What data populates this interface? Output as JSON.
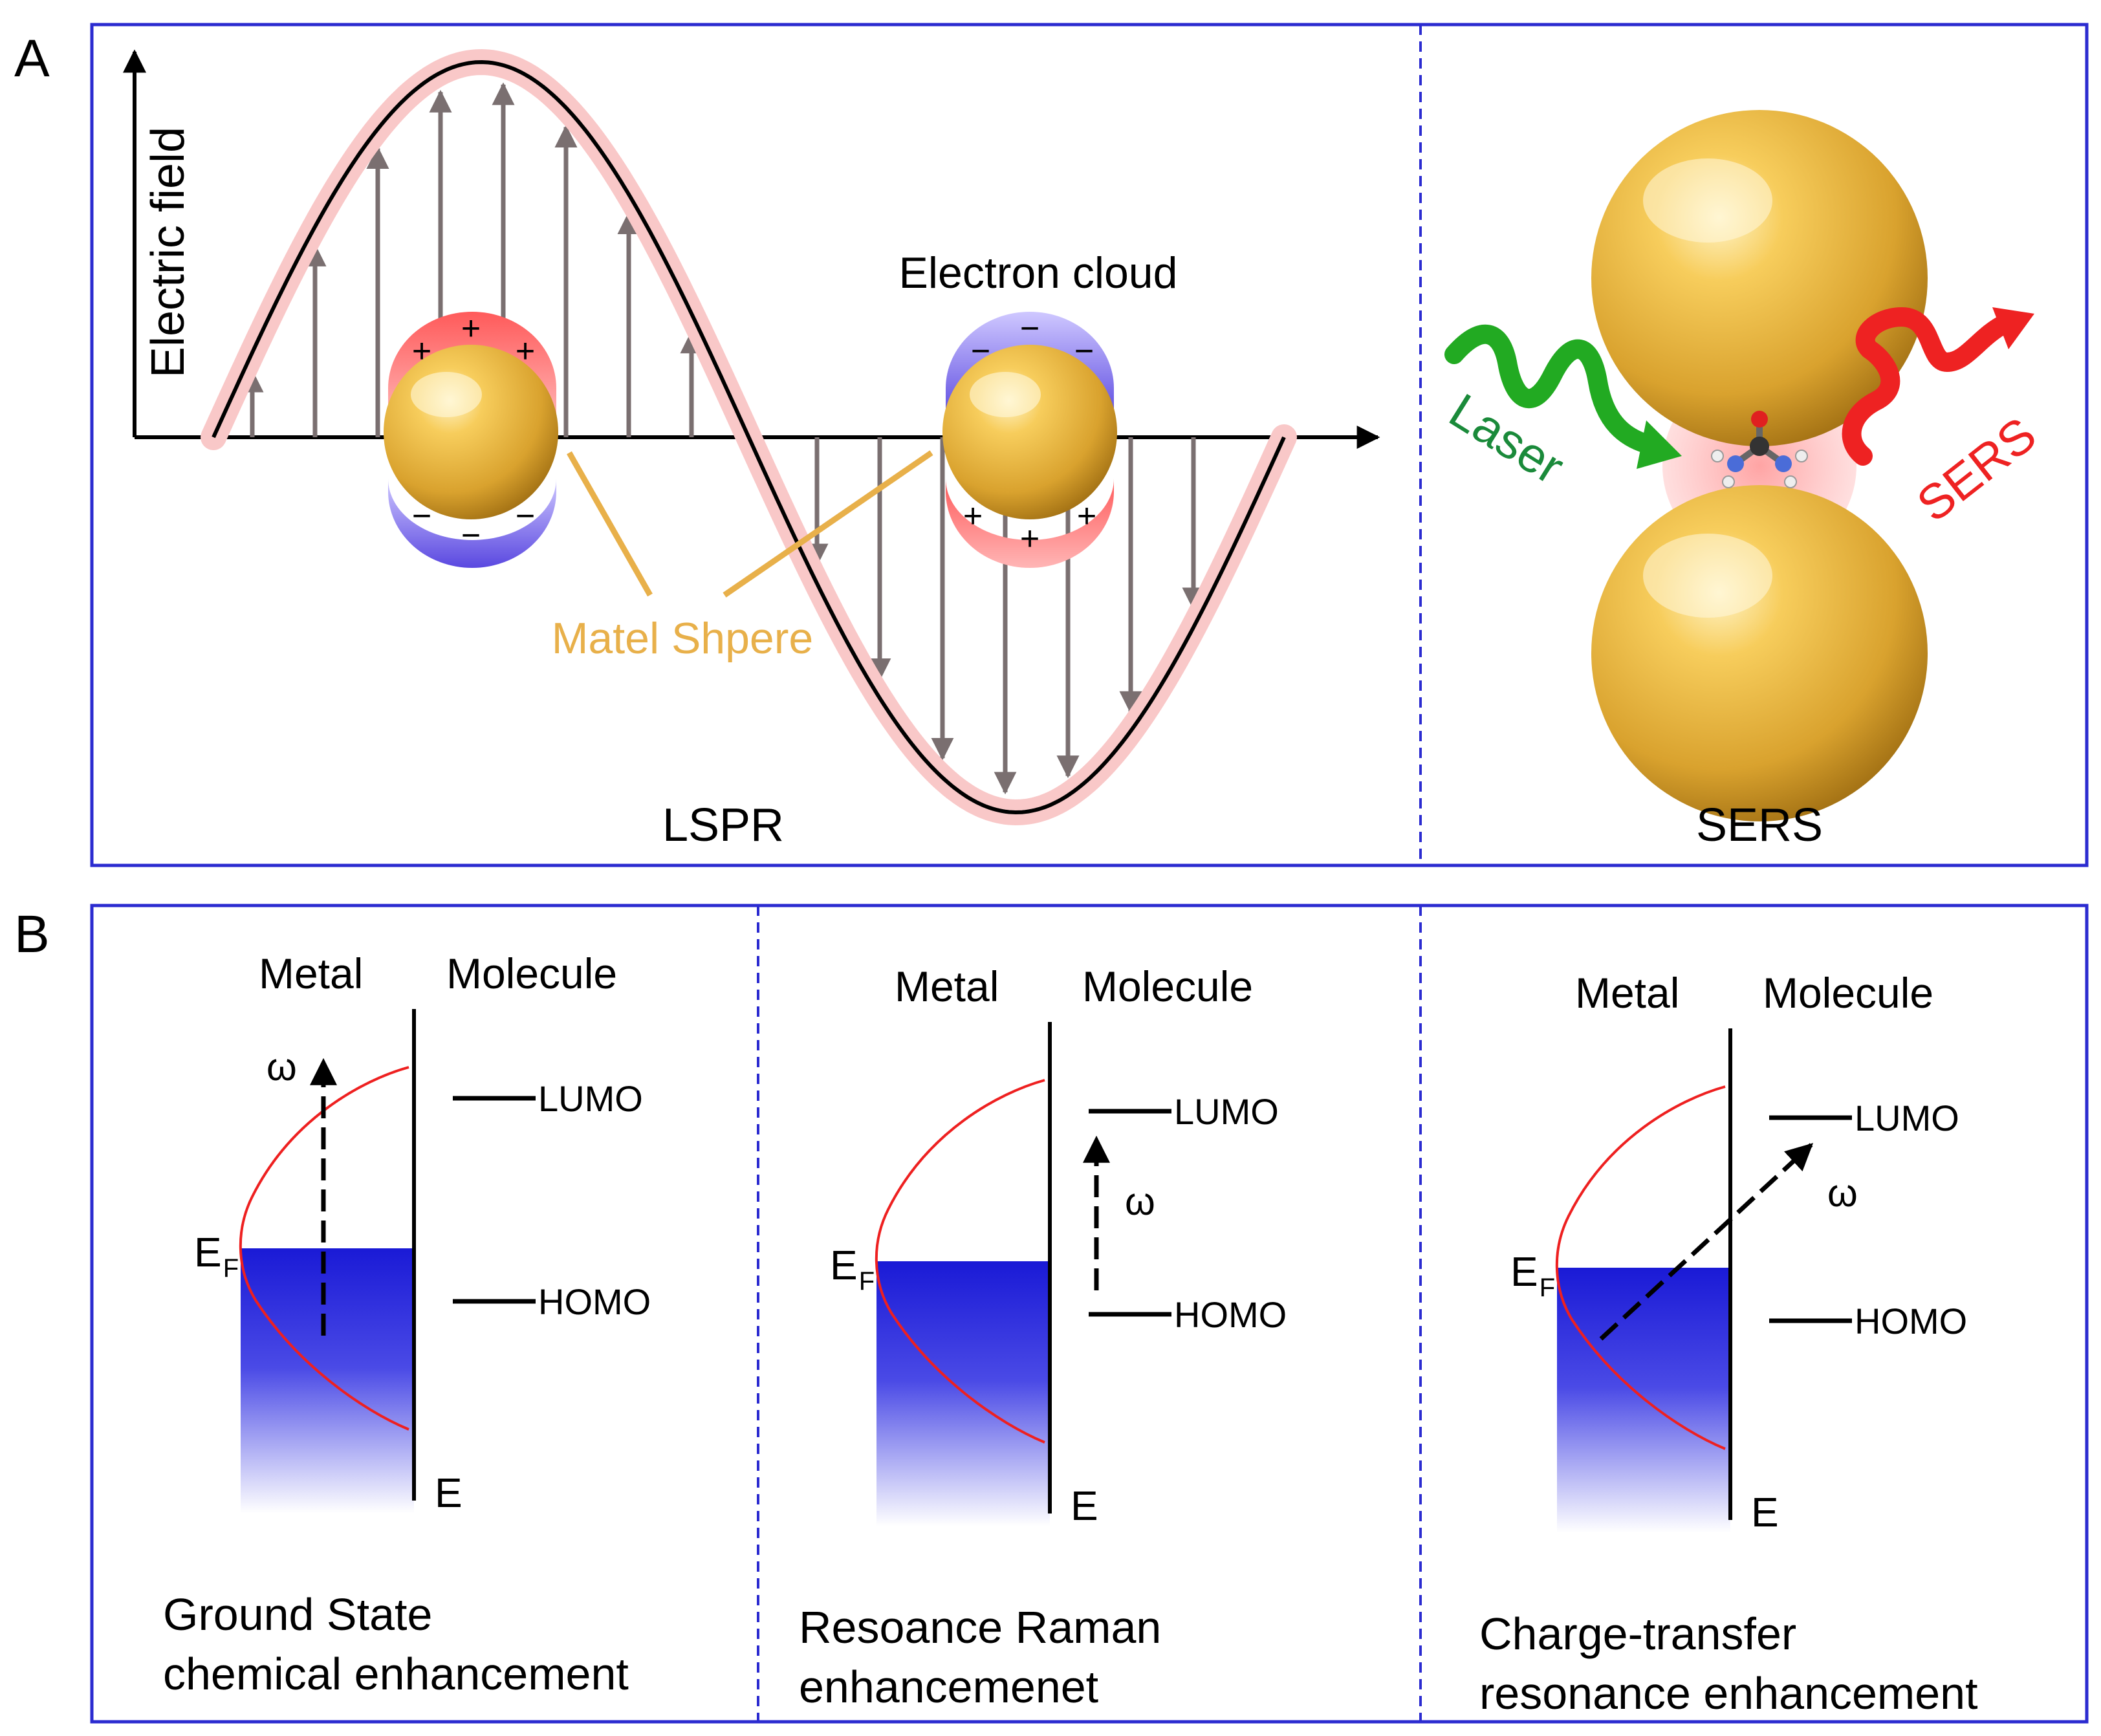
{
  "panel_a": {
    "letter": "A",
    "axis_label": "Electric field",
    "electron_cloud_label": "Electron cloud",
    "sphere_label": "Matel Shpere",
    "lspr_caption": "LSPR",
    "laser_label": "Laser",
    "sers_wave_label": "SERS",
    "sers_caption": "SERS",
    "plus": "+",
    "minus": "−"
  },
  "panel_b": {
    "letter": "B",
    "diagrams": [
      {
        "metal": "Metal",
        "molecule": "Molecule",
        "lumo": "LUMO",
        "homo": "HOMO",
        "ef": "E",
        "ef_sub": "F",
        "energy": "E",
        "omega": "ω",
        "caption_line1": "Ground State",
        "caption_line2": "chemical enhancement"
      },
      {
        "metal": "Metal",
        "molecule": "Molecule",
        "lumo": "LUMO",
        "homo": "HOMO",
        "ef": "E",
        "ef_sub": "F",
        "energy": "E",
        "omega": "ω",
        "caption_line1": "Resoance Raman",
        "caption_line2": "enhancemenet"
      },
      {
        "metal": "Metal",
        "molecule": "Molecule",
        "lumo": "LUMO",
        "homo": "HOMO",
        "ef": "E",
        "ef_sub": "F",
        "energy": "E",
        "omega": "ω",
        "caption_line1": "Charge-transfer",
        "caption_line2": "resonance enhancement"
      }
    ]
  },
  "colors": {
    "frame": "#2b2bd0",
    "sphere_label": "#e8b04a",
    "laser": "#22aa22",
    "sers": "#ee2222",
    "fermi_fill": "#1a1ad6",
    "dos_curve": "#ee2020"
  }
}
